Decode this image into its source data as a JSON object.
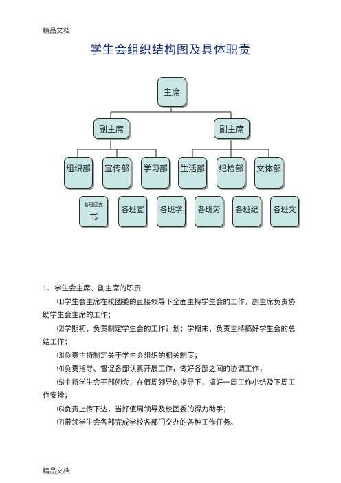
{
  "header": "精品文档",
  "footer": "精品文档",
  "title": "学生会组织结构图及具体职责",
  "org": {
    "root": "主席",
    "vice": [
      "副主席",
      "副主席"
    ],
    "depts": [
      "组织部",
      "宣传部",
      "学习部",
      "生活部",
      "纪检部",
      "文体部"
    ],
    "subs": [
      {
        "small": "各班团支",
        "big": "书"
      },
      {
        "text": "各班宣"
      },
      {
        "text": "各班学"
      },
      {
        "text": "各班劳"
      },
      {
        "text": "各班纪"
      },
      {
        "text": "各班文"
      }
    ]
  },
  "content": {
    "heading": "1、学生会主席、副主席的职责",
    "items": [
      "⑴学生会主席在校团委的直接领导下全面主持学生会的工作，副主席负责协助学生会主席的工作；",
      "⑵学期初，负责制定学生会的工作计划；学期末，负责主持搞好学生会的总结工作；",
      "⑶负责主持制定关于学生会组织的相关制度；",
      "⑷负责指导、督促各部认真开展工作，做好各部之间的协调工作；",
      "⑸主持学生会干部例会，在值周领导的指导下，搞好一周工作小结及下周工作安排；",
      "⑹负责上传下达，当好值周领导及校团委的得力助手；",
      "⑺带领学生会各部完成学校各部门交办的各种工作任务。"
    ]
  }
}
